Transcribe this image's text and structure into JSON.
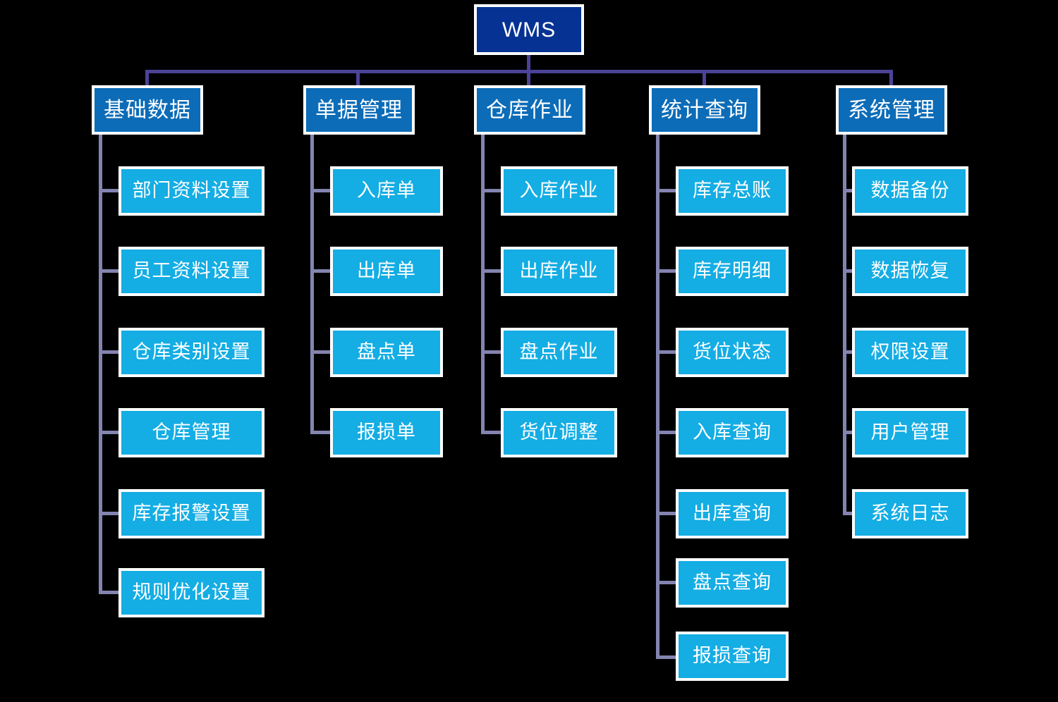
{
  "diagram": {
    "title": "WMS",
    "type": "organization-tree",
    "colors": {
      "background": "#000000",
      "root_fill": "#063293",
      "level2_fill": "#0c6cb8",
      "level3_fill": "#14ade4",
      "node_border": "#ffffff",
      "connector_main": "#4b4397",
      "connector_sub": "#8384b0",
      "text": "#ffffff"
    },
    "root": {
      "label": "WMS"
    },
    "branches": [
      {
        "label": "基础数据",
        "children": [
          {
            "label": "部门资料设置"
          },
          {
            "label": "员工资料设置"
          },
          {
            "label": "仓库类别设置"
          },
          {
            "label": "仓库管理"
          },
          {
            "label": "库存报警设置"
          },
          {
            "label": "规则优化设置"
          }
        ]
      },
      {
        "label": "单据管理",
        "children": [
          {
            "label": "入库单"
          },
          {
            "label": "出库单"
          },
          {
            "label": "盘点单"
          },
          {
            "label": "报损单"
          }
        ]
      },
      {
        "label": "仓库作业",
        "children": [
          {
            "label": "入库作业"
          },
          {
            "label": "出库作业"
          },
          {
            "label": "盘点作业"
          },
          {
            "label": "货位调整"
          }
        ]
      },
      {
        "label": "统计查询",
        "children": [
          {
            "label": "库存总账"
          },
          {
            "label": "库存明细"
          },
          {
            "label": "货位状态"
          },
          {
            "label": "入库查询"
          },
          {
            "label": "出库查询"
          },
          {
            "label": "盘点查询"
          },
          {
            "label": "报损查询"
          }
        ]
      },
      {
        "label": "系统管理",
        "children": [
          {
            "label": "数据备份"
          },
          {
            "label": "数据恢复"
          },
          {
            "label": "权限设置"
          },
          {
            "label": "用户管理"
          },
          {
            "label": "系统日志"
          }
        ]
      }
    ]
  }
}
